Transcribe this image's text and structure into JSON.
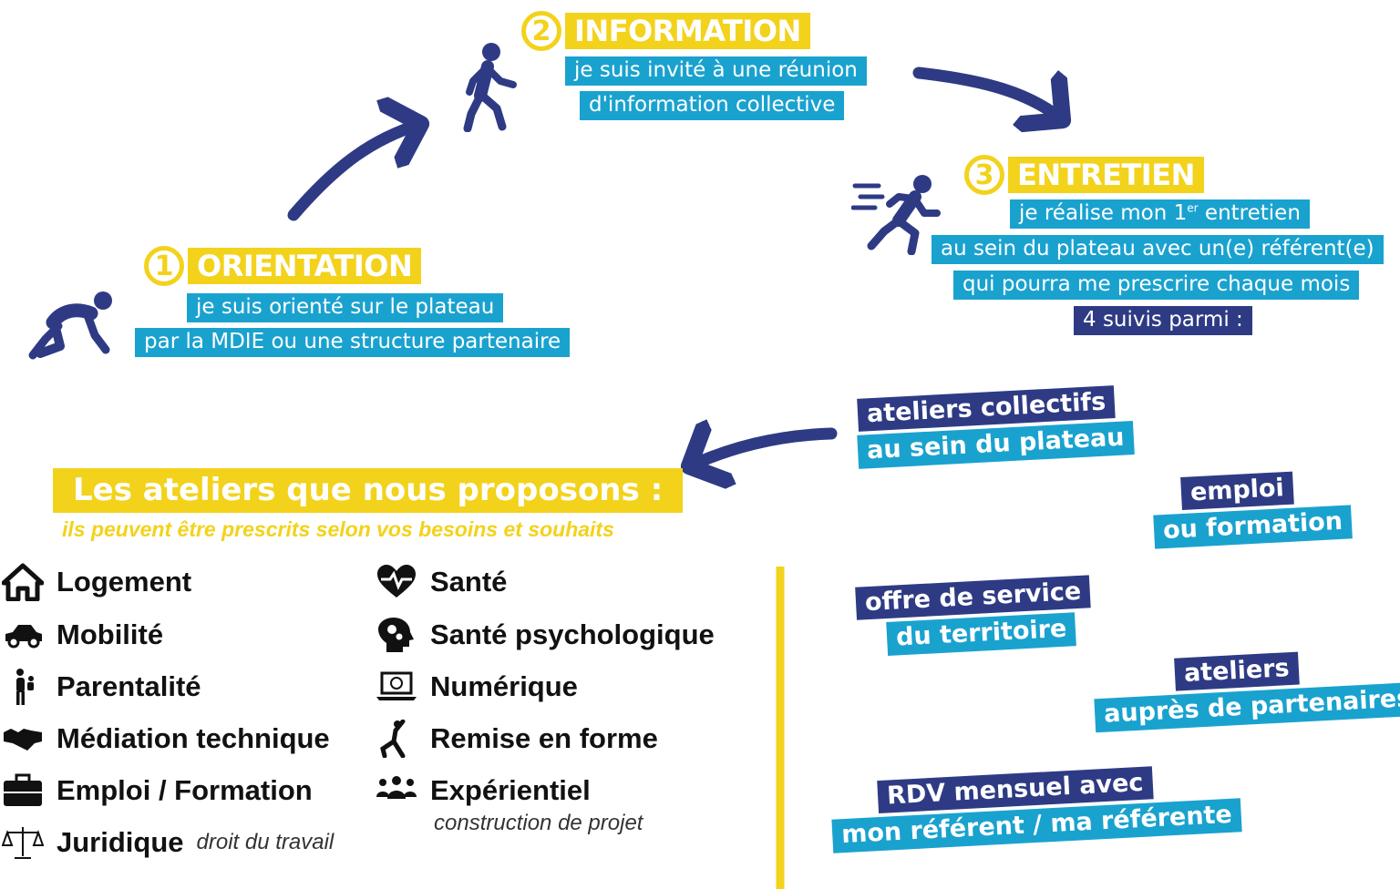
{
  "colors": {
    "navy": "#2e3b84",
    "cyan": "#1aa2cf",
    "yellow": "#f3d21c"
  },
  "step1": {
    "number": "1",
    "title": "ORIENTATION",
    "lines": [
      "je suis orienté sur le plateau",
      "par la MDIE ou une structure partenaire"
    ],
    "icon": "crouching-start-icon"
  },
  "step2": {
    "number": "2",
    "title": "INFORMATION",
    "lines": [
      "je suis invité à une réunion",
      "d'information collective"
    ],
    "icon": "walking-person-icon"
  },
  "step3": {
    "number": "3",
    "title": "ENTRETIEN",
    "lines": [
      "je réalise mon 1",
      "au sein du plateau avec un(e) référent(e)",
      "qui pourra me prescrire chaque mois",
      "4 suivis parmi :"
    ],
    "line1_suffix": " entretien",
    "superscript": "er",
    "icon": "running-person-icon"
  },
  "suivis": [
    {
      "line1": "ateliers collectifs",
      "line2": "au sein du plateau"
    },
    {
      "line1": "emploi",
      "line2": "ou formation"
    },
    {
      "line1": "offre de service",
      "line2": "du territoire"
    },
    {
      "line1": "ateliers",
      "line2": "auprès de partenaires"
    },
    {
      "line1": "RDV mensuel avec",
      "line2": "mon référent / ma référente"
    }
  ],
  "ateliers": {
    "title": "Les ateliers que nous proposons :",
    "subtitle": "ils peuvent être prescrits selon vos besoins et souhaits",
    "left": [
      {
        "label": "Logement",
        "icon": "house-icon"
      },
      {
        "label": "Mobilité",
        "icon": "car-icon"
      },
      {
        "label": "Parentalité",
        "icon": "parent-child-icon"
      },
      {
        "label": "Médiation technique",
        "icon": "handshake-icon"
      },
      {
        "label": "Emploi / Formation",
        "icon": "briefcase-icon"
      },
      {
        "label": "Juridique",
        "note": "droit du travail",
        "icon": "scales-icon"
      }
    ],
    "right": [
      {
        "label": "Santé",
        "icon": "heart-pulse-icon"
      },
      {
        "label": "Santé psychologique",
        "icon": "head-gears-icon"
      },
      {
        "label": "Numérique",
        "icon": "laptop-icon"
      },
      {
        "label": "Remise en forme",
        "icon": "stretching-person-icon"
      },
      {
        "label": "Expérientiel",
        "note": "construction de projet",
        "icon": "group-icon"
      }
    ]
  }
}
